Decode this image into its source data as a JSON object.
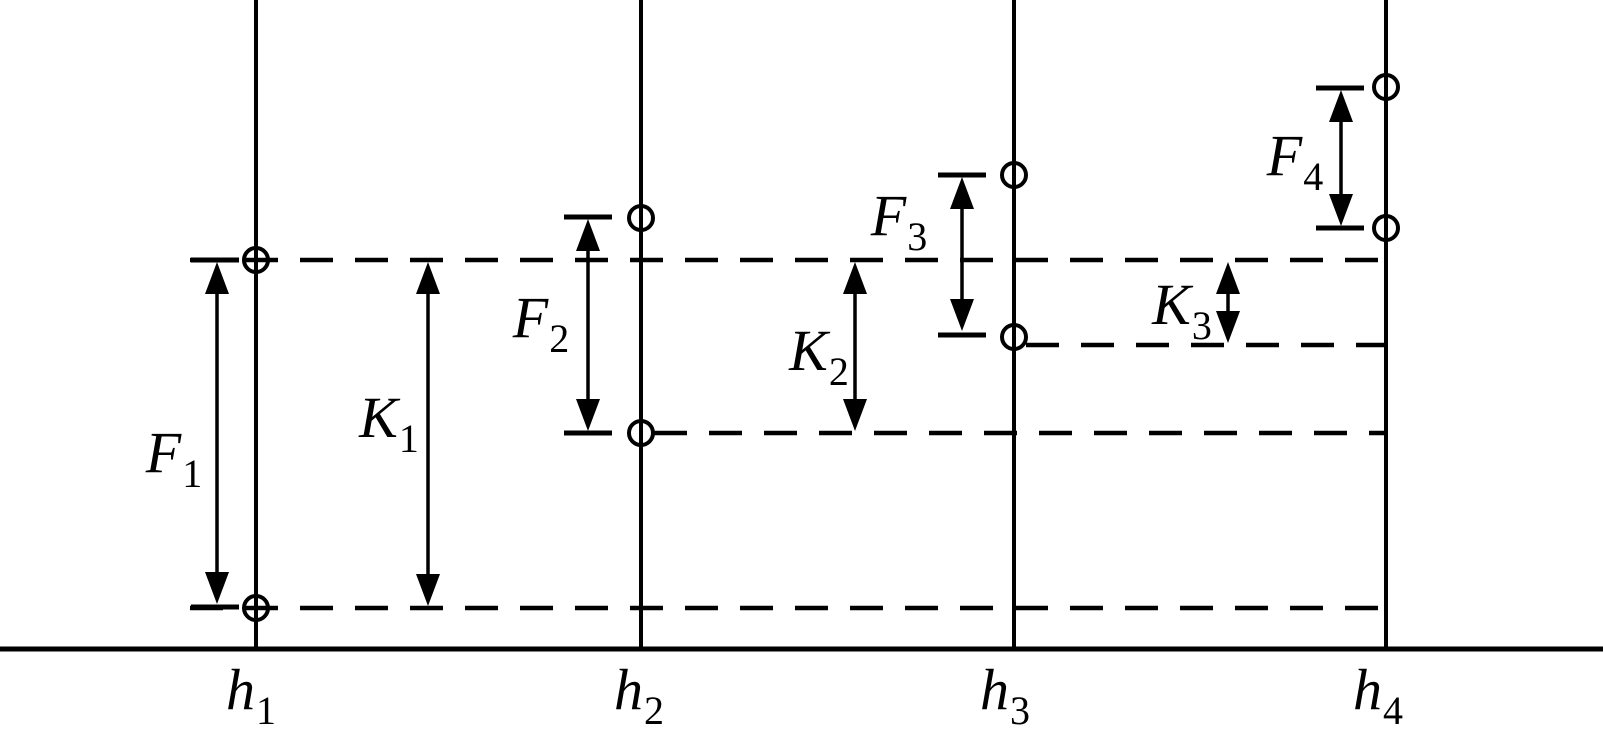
{
  "colors": {
    "ink": "#000000",
    "background": "#ffffff"
  },
  "labels": {
    "F1": {
      "base": "F",
      "sub": "1"
    },
    "K1": {
      "base": "K",
      "sub": "1"
    },
    "F2": {
      "base": "F",
      "sub": "2"
    },
    "K2": {
      "base": "K",
      "sub": "2"
    },
    "F3": {
      "base": "F",
      "sub": "3"
    },
    "K3": {
      "base": "K",
      "sub": "3"
    },
    "F4": {
      "base": "F",
      "sub": "4"
    },
    "h1": {
      "base": "h",
      "sub": "1"
    },
    "h2": {
      "base": "h",
      "sub": "2"
    },
    "h3": {
      "base": "h",
      "sub": "3"
    },
    "h4": {
      "base": "h",
      "sub": "4"
    }
  }
}
